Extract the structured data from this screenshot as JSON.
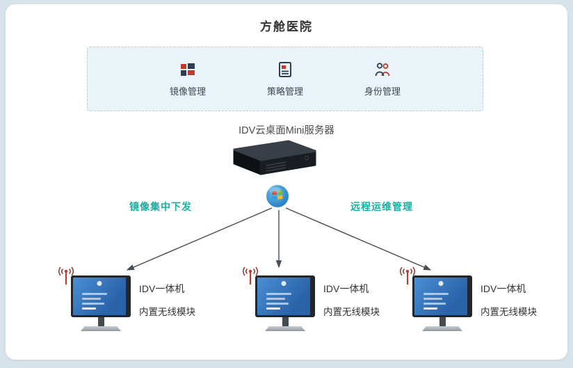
{
  "title": "方舱医院",
  "management_panel": {
    "items": [
      {
        "label": "镜像管理",
        "icon": "window-grid-icon"
      },
      {
        "label": "策略管理",
        "icon": "policy-document-icon"
      },
      {
        "label": "身份管理",
        "icon": "identity-users-icon"
      }
    ]
  },
  "server": {
    "label": "IDV云桌面Mini服务器"
  },
  "flows": {
    "left": "镜像集中下发",
    "right": "远程运维管理"
  },
  "clients": [
    {
      "name": "IDV一体机",
      "feature": "内置无线模块"
    },
    {
      "name": "IDV一体机",
      "feature": "内置无线模块"
    },
    {
      "name": "IDV一体机",
      "feature": "内置无线模块"
    }
  ],
  "colors": {
    "background": "#d7e3eb",
    "card": "#ffffff",
    "accent_teal": "#14b2a2",
    "panel_fill": "#e9f3f8",
    "panel_border": "#a9d6e5",
    "screen_blue": "#2a62a8",
    "icon_dark": "#2c3e50",
    "icon_red": "#c0392b"
  }
}
